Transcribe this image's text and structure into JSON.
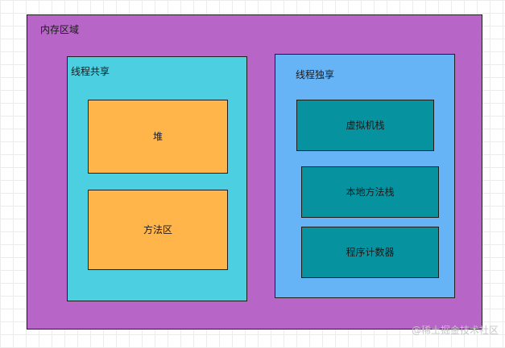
{
  "colors": {
    "memory_fill": "#b865c8",
    "shared_fill": "#4ccfe0",
    "private_fill": "#66b3f5",
    "orange_fill": "#ffb54a",
    "teal_fill": "#07929f",
    "border": "#1e1e1e",
    "watermark": "#c4c4c4"
  },
  "memory": {
    "label": "内存区域"
  },
  "shared": {
    "label": "线程共享",
    "items": [
      "堆",
      "方法区"
    ]
  },
  "private": {
    "label": "线程独享",
    "items": [
      "虚拟机栈",
      "本地方法栈",
      "程序计数器"
    ]
  },
  "watermark": "@稀土掘金技术社区"
}
